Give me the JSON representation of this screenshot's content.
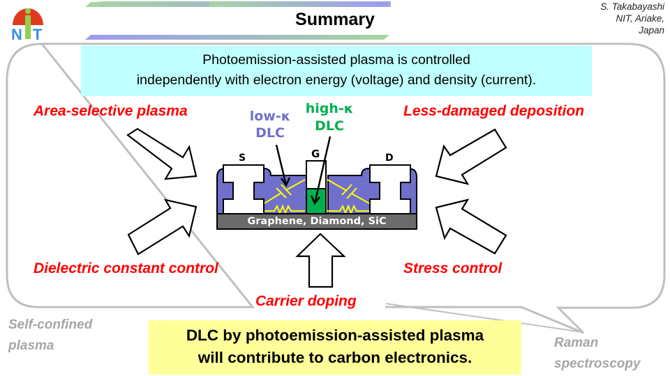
{
  "header": {
    "title": "Summary",
    "author_lines": [
      "S. Takabayashi",
      "NIT, Ariake,",
      "Japan"
    ],
    "logo_text": "NIT"
  },
  "intro": {
    "line1": "Photoemission-assisted plasma is controlled",
    "line2": "independently with electron energy (voltage) and density (current)."
  },
  "features": {
    "top_left": "Area-selective plasma",
    "top_right": "Less-damaged deposition",
    "bottom_left": "Dielectric constant control",
    "bottom_right": "Stress control",
    "bottom_center": "Carrier doping"
  },
  "device": {
    "source_label": "S",
    "gate_label": "G",
    "drain_label": "D",
    "low_k_line1": "low-κ",
    "low_k_line2": "DLC",
    "high_k_line1": "high-κ",
    "high_k_line2": "DLC",
    "substrate_label": "Graphene, Diamond, SiC",
    "colors": {
      "low_k": "#7070cc",
      "high_k": "#00b050",
      "substrate": "#6b6b6b",
      "circuit": "#ffff00"
    }
  },
  "side_notes": {
    "left_line1": "Self-confined",
    "left_line2": "plasma",
    "right_line1": "Raman",
    "right_line2": "spectroscopy"
  },
  "conclusion": {
    "line1": "DLC by photoemission-assisted plasma",
    "line2": "will contribute to carbon electronics."
  },
  "colors": {
    "feature_text": "#ff0000",
    "intro_bg": "#c0ffff",
    "conclusion_bg": "#ffff99",
    "note_text": "#a6a6a6"
  }
}
